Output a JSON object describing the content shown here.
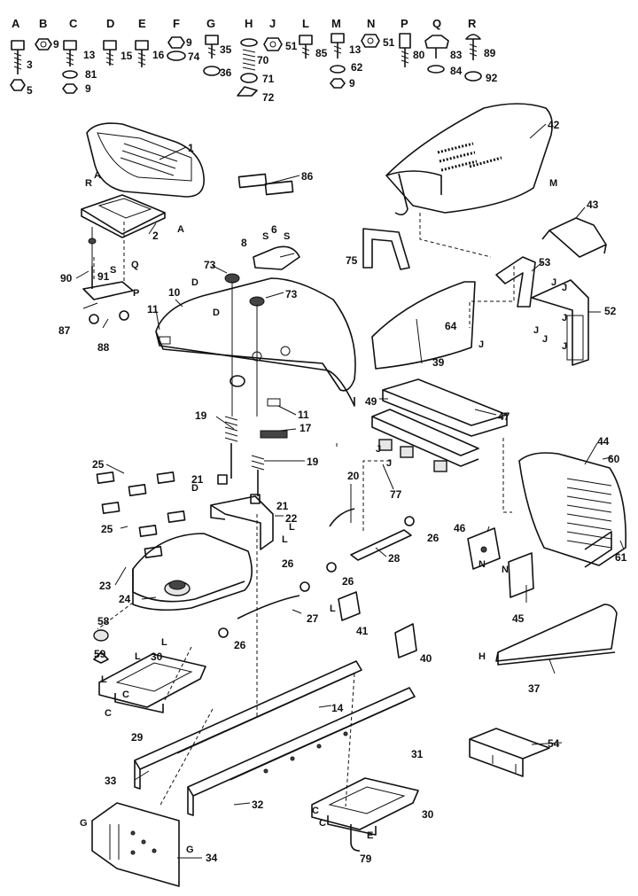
{
  "hardware_letters": [
    "A",
    "B",
    "C",
    "D",
    "E",
    "F",
    "G",
    "H",
    "J",
    "L",
    "M",
    "N",
    "P",
    "Q",
    "R"
  ],
  "hardware_numbers": [
    "3",
    "5",
    "9",
    "13",
    "81",
    "9",
    "15",
    "16",
    "9",
    "74",
    "35",
    "36",
    "70",
    "71",
    "72",
    "51",
    "85",
    "13",
    "62",
    "9",
    "51",
    "80",
    "83",
    "84",
    "89",
    "92"
  ],
  "part_numbers": [
    "1",
    "86",
    "2",
    "8",
    "6",
    "73",
    "73",
    "75",
    "10",
    "90",
    "91",
    "87",
    "88",
    "11",
    "11",
    "19",
    "17",
    "19",
    "21",
    "21",
    "22",
    "25",
    "25",
    "23",
    "24",
    "20",
    "26",
    "28",
    "26",
    "26",
    "27",
    "26",
    "58",
    "59",
    "30",
    "29",
    "41",
    "40",
    "14",
    "33",
    "32",
    "31",
    "30",
    "34",
    "79",
    "42",
    "43",
    "53",
    "52",
    "64",
    "39",
    "49",
    "47",
    "77",
    "44",
    "60",
    "61",
    "46",
    "45",
    "37",
    "54"
  ],
  "ref_letters": [
    "R",
    "A",
    "A",
    "Q",
    "P",
    "D",
    "D",
    "D",
    "J",
    "J",
    "J",
    "J",
    "J",
    "J",
    "J",
    "J",
    "J",
    "L",
    "L",
    "L",
    "L",
    "L",
    "L",
    "C",
    "C",
    "C",
    "C",
    "G",
    "G",
    "E",
    "H",
    "M",
    "N",
    "N",
    "S",
    "S",
    "S"
  ],
  "colors": {
    "ink": "#111111",
    "paper": "#ffffff",
    "shade": "#e6e6e6"
  }
}
